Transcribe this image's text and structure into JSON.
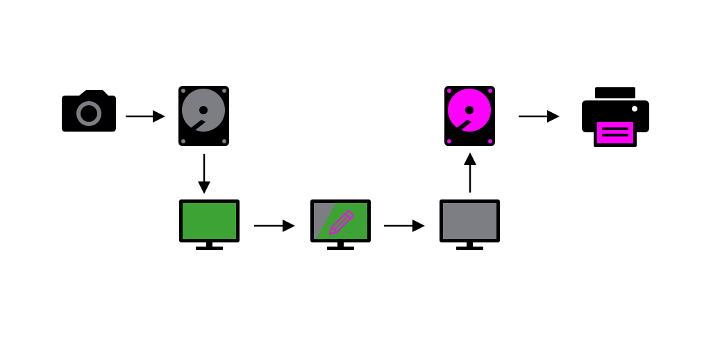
{
  "colors": {
    "outline": "#000000",
    "gray": "#7d7e83",
    "green": "#3ca334",
    "magenta": "#ff00ff",
    "background": "#ffffff"
  },
  "nodes": [
    {
      "id": "camera",
      "icon": "camera-icon",
      "fill": "gray"
    },
    {
      "id": "source-drive",
      "icon": "hard-drive-icon",
      "fill": "gray"
    },
    {
      "id": "green-monitor",
      "icon": "monitor-icon",
      "fill": "green"
    },
    {
      "id": "edit-monitor",
      "icon": "monitor-edit-icon",
      "fill": "gray"
    },
    {
      "id": "gray-monitor",
      "icon": "monitor-icon",
      "fill": "gray"
    },
    {
      "id": "output-drive",
      "icon": "hard-drive-icon",
      "fill": "magenta"
    },
    {
      "id": "printer",
      "icon": "printer-icon",
      "fill": "magenta"
    }
  ],
  "edges": [
    {
      "from": "camera",
      "to": "source-drive",
      "direction": "right"
    },
    {
      "from": "source-drive",
      "to": "green-monitor",
      "direction": "down"
    },
    {
      "from": "green-monitor",
      "to": "edit-monitor",
      "direction": "right"
    },
    {
      "from": "edit-monitor",
      "to": "gray-monitor",
      "direction": "right"
    },
    {
      "from": "gray-monitor",
      "to": "output-drive",
      "direction": "up"
    },
    {
      "from": "output-drive",
      "to": "printer",
      "direction": "right"
    }
  ]
}
